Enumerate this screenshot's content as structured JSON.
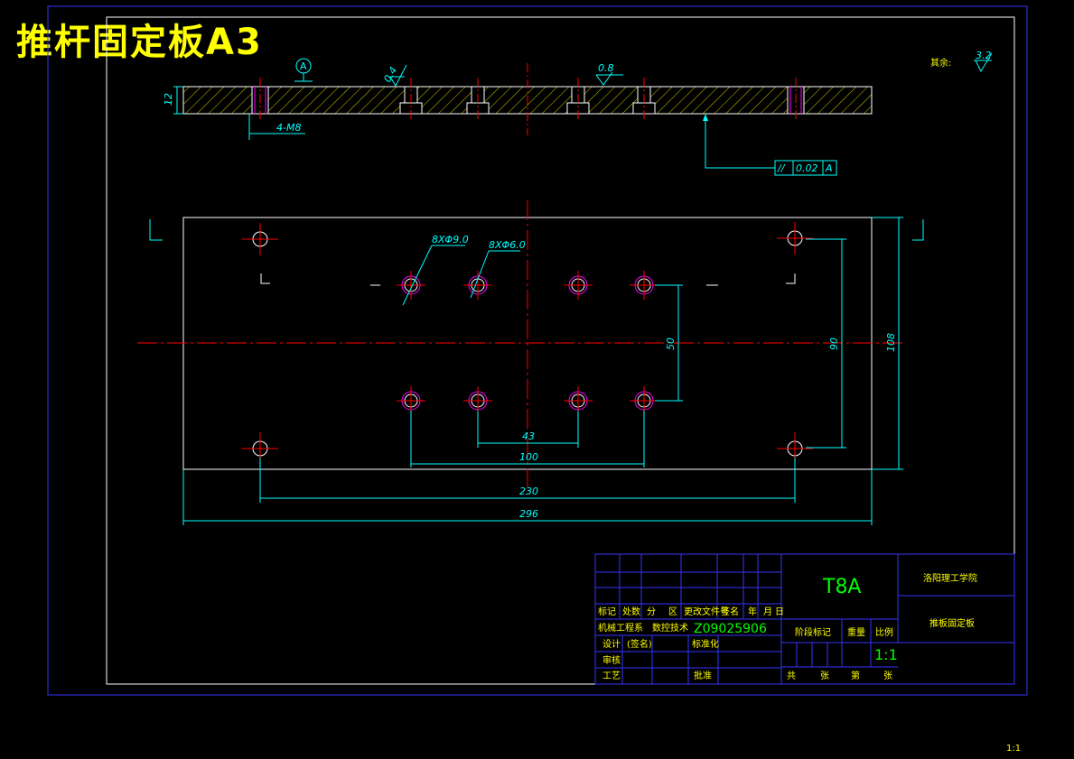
{
  "title": "推杆固定板A3",
  "roughness": {
    "label": "其余:",
    "value": "3.2"
  },
  "section_view": {
    "datum_label": "A",
    "thickness": "12",
    "roughness_left": "0.4",
    "roughness_top": "0.8",
    "thread_callout": "4-M8",
    "tolerance": {
      "symbol": "//",
      "value": "0.02",
      "datum": "A"
    }
  },
  "plan_view": {
    "hole_callout_1": "8XΦ9.0",
    "hole_callout_2": "8XΦ6.0",
    "dims": {
      "d43": "43",
      "d100": "100",
      "d230": "230",
      "d296": "296",
      "d50": "50",
      "d90": "90",
      "d108": "108"
    }
  },
  "title_block": {
    "material": "T8A",
    "school": "洛阳理工学院",
    "part_name": "推板固定板",
    "drawing_no": "Z09025906",
    "scale": "1:1",
    "header_row": [
      "标记",
      "处数",
      "分",
      "区",
      "更改文件号",
      "签名",
      "年",
      "月",
      "日"
    ],
    "row_major": "机械工程系",
    "row_class": "数控技术",
    "row_design": "设计",
    "row_design_sign": "(签名)",
    "row_std": "标准化",
    "row_check": "审核",
    "row_process": "工艺",
    "row_approve": "批准",
    "stage_label": "阶段标记",
    "weight_label": "重量",
    "scale_label": "比例",
    "bottom": [
      "共",
      "张",
      "第",
      "张"
    ]
  },
  "footer_scale": "1:1"
}
